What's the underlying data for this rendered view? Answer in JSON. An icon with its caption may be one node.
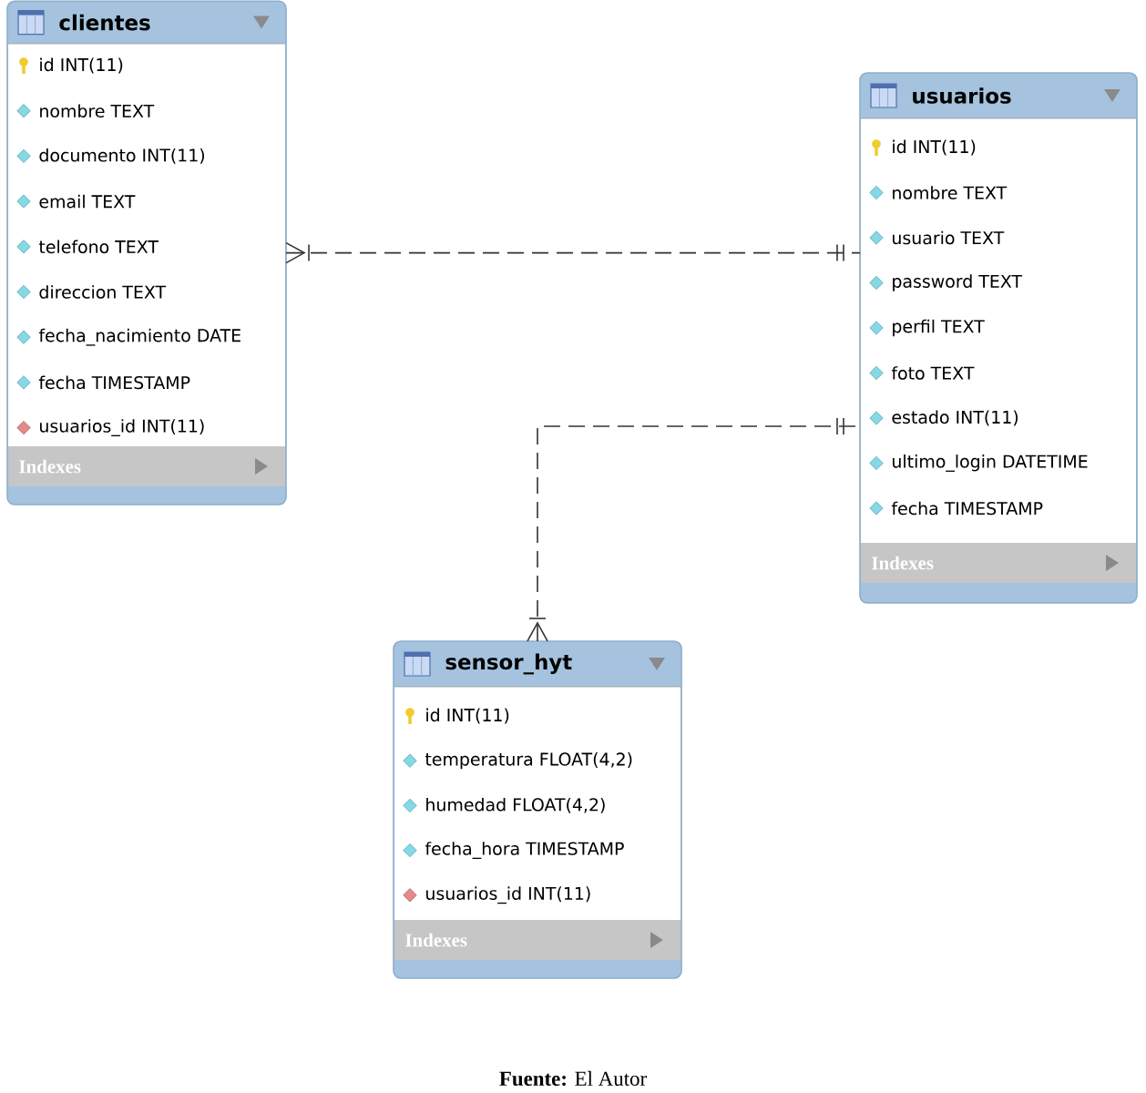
{
  "diagram": {
    "caption": "**Fuente:** El Autor",
    "nodes": [
      {
        "text": [
          "clientes",
          "id INT(11)",
          "nombre TEXT",
          "documento INT(11)",
          "email TEXT",
          "telefono TEXT",
          "direccion TEXT",
          "fecha_nacimiento DATE",
          "fecha TIMESTAMP",
          "usuarios_id INT(11)",
          "Indexes"
        ]
      },
      {
        "text": [
          "usuarios",
          "id INT(11)",
          "nombre TEXT",
          "usuario TEXT",
          "password TEXT",
          "perfil TEXT",
          "foto TEXT",
          "estado INT(11)",
          "ultimo_login DATETIME",
          "fecha TIMESTAMP",
          "Indexes"
        ]
      },
      {
        "text": [
          "sensor_hyt",
          "id INT(11)",
          "temperatura FLOAT(4,2)",
          "humedad FLOAT(4,2)",
          "fecha_hora TIMESTAMP",
          "usuarios_id INT(11)",
          "Indexes"
        ]
      }
    ],
    "edges": [
      {
        "from": 0,
        "to": 1,
        "arrow": "other",
        "style": "dashed"
      },
      {
        "from": 2,
        "to": 1,
        "arrow": "other",
        "style": "dashed"
      }
    ]
  }
}
